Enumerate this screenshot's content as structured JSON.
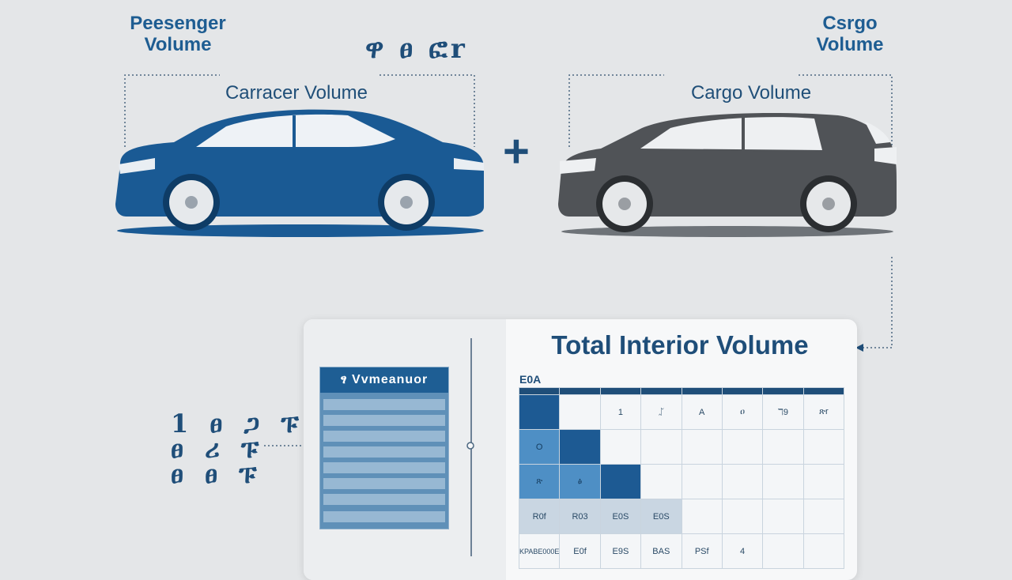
{
  "headings": {
    "passenger": [
      "Peesenger",
      "Volume"
    ],
    "cargo": [
      "Csrgo",
      "Volume"
    ]
  },
  "car_labels": {
    "blue": "Carracer Volume",
    "gray": "Cargo Volume"
  },
  "glyphs": {
    "top": "ዋ ፀ ፎr",
    "left": [
      "1 ፀ ጋ ፑ",
      "ፀ ሪ ፑ",
      "ፀ ፀ ፑ"
    ]
  },
  "plus": "+",
  "panel": {
    "title": "Total Interior Volume",
    "table_code": "E0A",
    "doc_header": "ፃ Vvmeanuor",
    "matrix_rows": [
      [
        "",
        "",
        "1",
        "ᛢ",
        "A",
        "ዐ",
        "ℸ9",
        "ጽr"
      ],
      [
        "O",
        "",
        "",
        "",
        "",
        "",
        "",
        ""
      ],
      [
        "ጽ",
        "ፅ",
        "",
        "",
        "",
        "",
        "",
        ""
      ],
      [
        "R0f",
        "R03",
        "E0S",
        "E0S",
        "",
        "",
        "",
        ""
      ],
      [
        "KPABE000E",
        "E0f",
        "E9S",
        "BAS",
        "PSf",
        "4",
        "",
        ""
      ]
    ]
  },
  "colors": {
    "blue_car": "#1a5a94",
    "gray_car": "#505357",
    "accent": "#1f4e79"
  }
}
